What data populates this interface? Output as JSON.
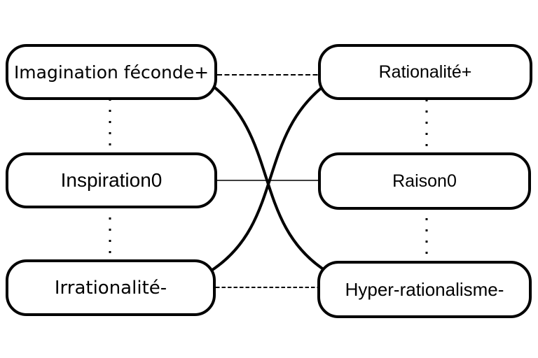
{
  "diagram": {
    "background_color": "#ffffff",
    "stroke_color": "#000000",
    "node_fill_color": "#ffffff",
    "nodes": [
      {
        "id": "imagination-feconde",
        "label": "Imagination féconde+",
        "column": "left",
        "row": "top",
        "polarity": "+"
      },
      {
        "id": "rationalite",
        "label": "Rationalité+",
        "column": "right",
        "row": "top",
        "polarity": "+"
      },
      {
        "id": "inspiration",
        "label": "Inspiration0",
        "column": "left",
        "row": "middle",
        "polarity": "0"
      },
      {
        "id": "raison",
        "label": "Raison0",
        "column": "right",
        "row": "middle",
        "polarity": "0"
      },
      {
        "id": "irrationalite",
        "label": "Irrationalité-",
        "column": "left",
        "row": "bottom",
        "polarity": "-"
      },
      {
        "id": "hyper-rationalisme",
        "label": "Hyper-rationalisme-",
        "column": "right",
        "row": "bottom",
        "polarity": "-"
      }
    ],
    "edges": [
      {
        "from": "Imagination féconde+",
        "to": "Rationalité+",
        "style": "dashed-horizontal"
      },
      {
        "from": "Inspiration0",
        "to": "Raison0",
        "style": "thin-solid-horizontal"
      },
      {
        "from": "Irrationalité-",
        "to": "Hyper-rationalisme-",
        "style": "dashed-horizontal"
      },
      {
        "from": "Imagination féconde+",
        "to": "Inspiration0",
        "style": "dotted-vertical"
      },
      {
        "from": "Inspiration0",
        "to": "Irrationalité-",
        "style": "dotted-vertical"
      },
      {
        "from": "Rationalité+",
        "to": "Raison0",
        "style": "dotted-vertical"
      },
      {
        "from": "Raison0",
        "to": "Hyper-rationalisme-",
        "style": "dotted-vertical"
      },
      {
        "from": "Imagination féconde+",
        "to": "Hyper-rationalisme-",
        "style": "thick-curve"
      },
      {
        "from": "Rationalité+",
        "to": "Irrationalité-",
        "style": "thick-curve"
      }
    ]
  }
}
